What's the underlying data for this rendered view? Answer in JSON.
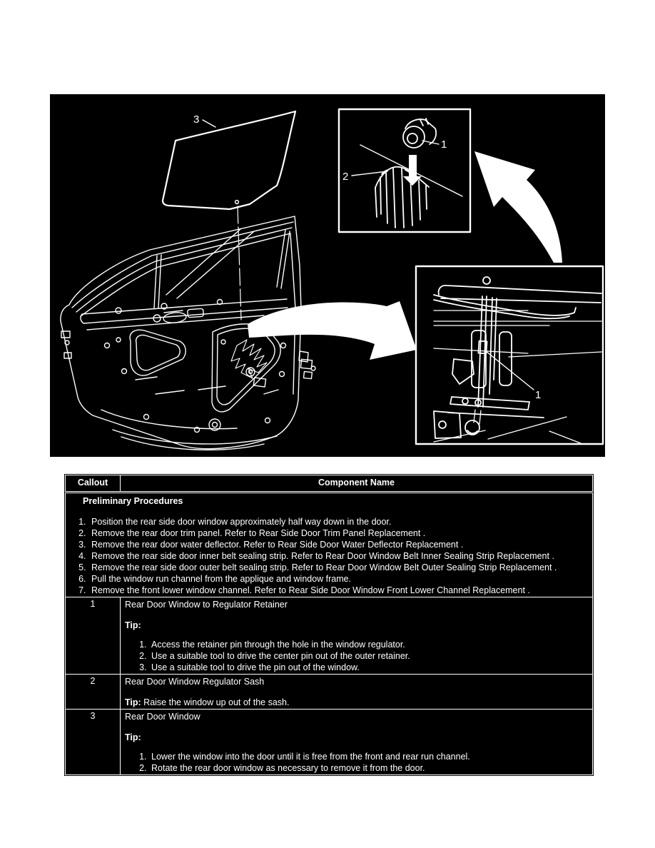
{
  "diagram": {
    "bg_color": "#000000",
    "line_color": "#ffffff",
    "callouts": {
      "glass_label": "3",
      "pin_label": "1",
      "sash_label": "2",
      "regulator_clip_label": "1"
    }
  },
  "table": {
    "header": {
      "callout": "Callout",
      "component": "Component Name"
    },
    "preliminary": {
      "title": "Preliminary Procedures",
      "steps": [
        "Position the rear side door window approximately half way down in the door.",
        "Remove the rear door trim panel. Refer to Rear Side Door Trim Panel Replacement .",
        "Remove the rear door water deflector. Refer to Rear Side Door Water Deflector Replacement .",
        "Remove the rear side door inner belt sealing strip. Refer to Rear Door Window Belt Inner Sealing Strip Replacement .",
        "Remove the rear side door outer belt sealing strip. Refer to Rear Door Window Belt Outer Sealing Strip Replacement .",
        "Pull the window run channel from the applique and window frame.",
        "Remove the front lower window channel. Refer to Rear Side Door Window Front Lower Channel Replacement ."
      ]
    },
    "rows": [
      {
        "callout": "1",
        "name": "Rear Door Window to Regulator Retainer",
        "tip_label": "Tip:",
        "tip_text": "",
        "steps": [
          "Access the retainer pin through the hole in the window regulator.",
          "Use a suitable tool to drive the center pin out of the outer retainer.",
          "Use a suitable tool to drive the pin out of the window."
        ]
      },
      {
        "callout": "2",
        "name": "Rear Door Window Regulator Sash",
        "tip_label": "Tip:",
        "tip_text": "Raise the window up out of the sash.",
        "steps": []
      },
      {
        "callout": "3",
        "name": "Rear Door Window",
        "tip_label": "Tip:",
        "tip_text": "",
        "steps": [
          "Lower the window into the door until it is free from the front and rear run channel.",
          "Rotate the rear door window as necessary to remove it from the door."
        ]
      }
    ]
  }
}
